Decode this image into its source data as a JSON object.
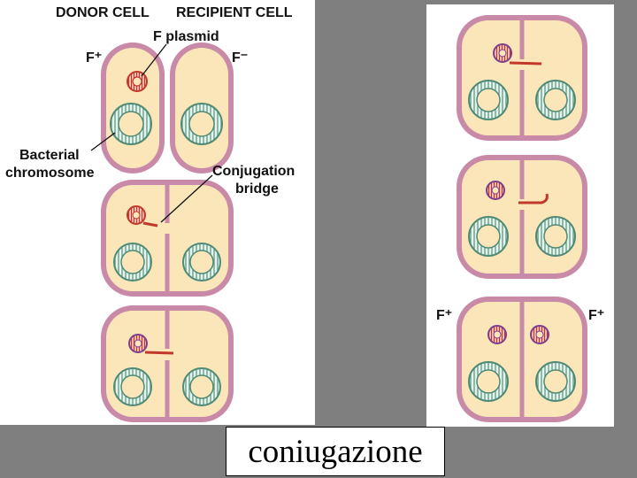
{
  "labels": {
    "donor_cell": "DONOR CELL",
    "recipient_cell": "RECIPIENT CELL",
    "f_plasmid": "F plasmid",
    "f_plus": "F⁺",
    "f_minus": "F⁻",
    "bacterial": "Bacterial",
    "chromosome": "chromosome",
    "conjugation": "Conjugation",
    "bridge": "bridge",
    "right_f_plus_left": "F⁺",
    "right_f_plus_right": "F⁺"
  },
  "caption": "coniugazione",
  "colors": {
    "background": "#7f7f7f",
    "panel": "#ffffff",
    "cell_fill": "#fbe6b9",
    "cell_wall": "#c98aa8",
    "chromosome": "#8fc5b3",
    "plasmid": "#d65a5a",
    "plasmid_purple": "#8a5a9a"
  }
}
